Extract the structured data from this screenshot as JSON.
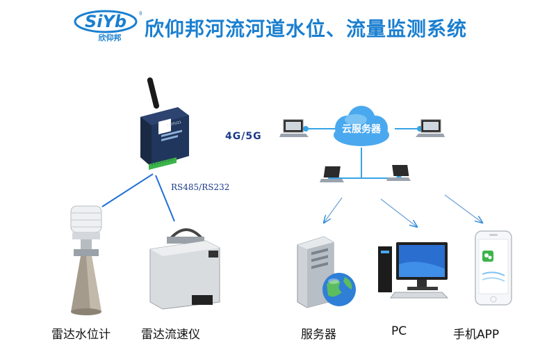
{
  "header": {
    "logo_text": "SiYb",
    "logo_registered": "®",
    "logo_sub": "欣仰邦",
    "title": "欣仰邦河流河道水位、流量监测系统"
  },
  "gateway": {
    "model": "S-DTU21"
  },
  "links": {
    "serial": "RS485/RS232",
    "network": "4G/5G"
  },
  "cloud": {
    "label": "云服务器"
  },
  "devices": {
    "radar_level": "雷达水位计",
    "radar_flow": "雷达流速仪",
    "server": "服务器",
    "pc": "PC",
    "app": "手机APP"
  },
  "colors": {
    "brand": "#1a7fd0",
    "link_line": "#1f6fd6",
    "network_line": "#35a3e6",
    "cloud_fill": "#4aa8ee"
  }
}
